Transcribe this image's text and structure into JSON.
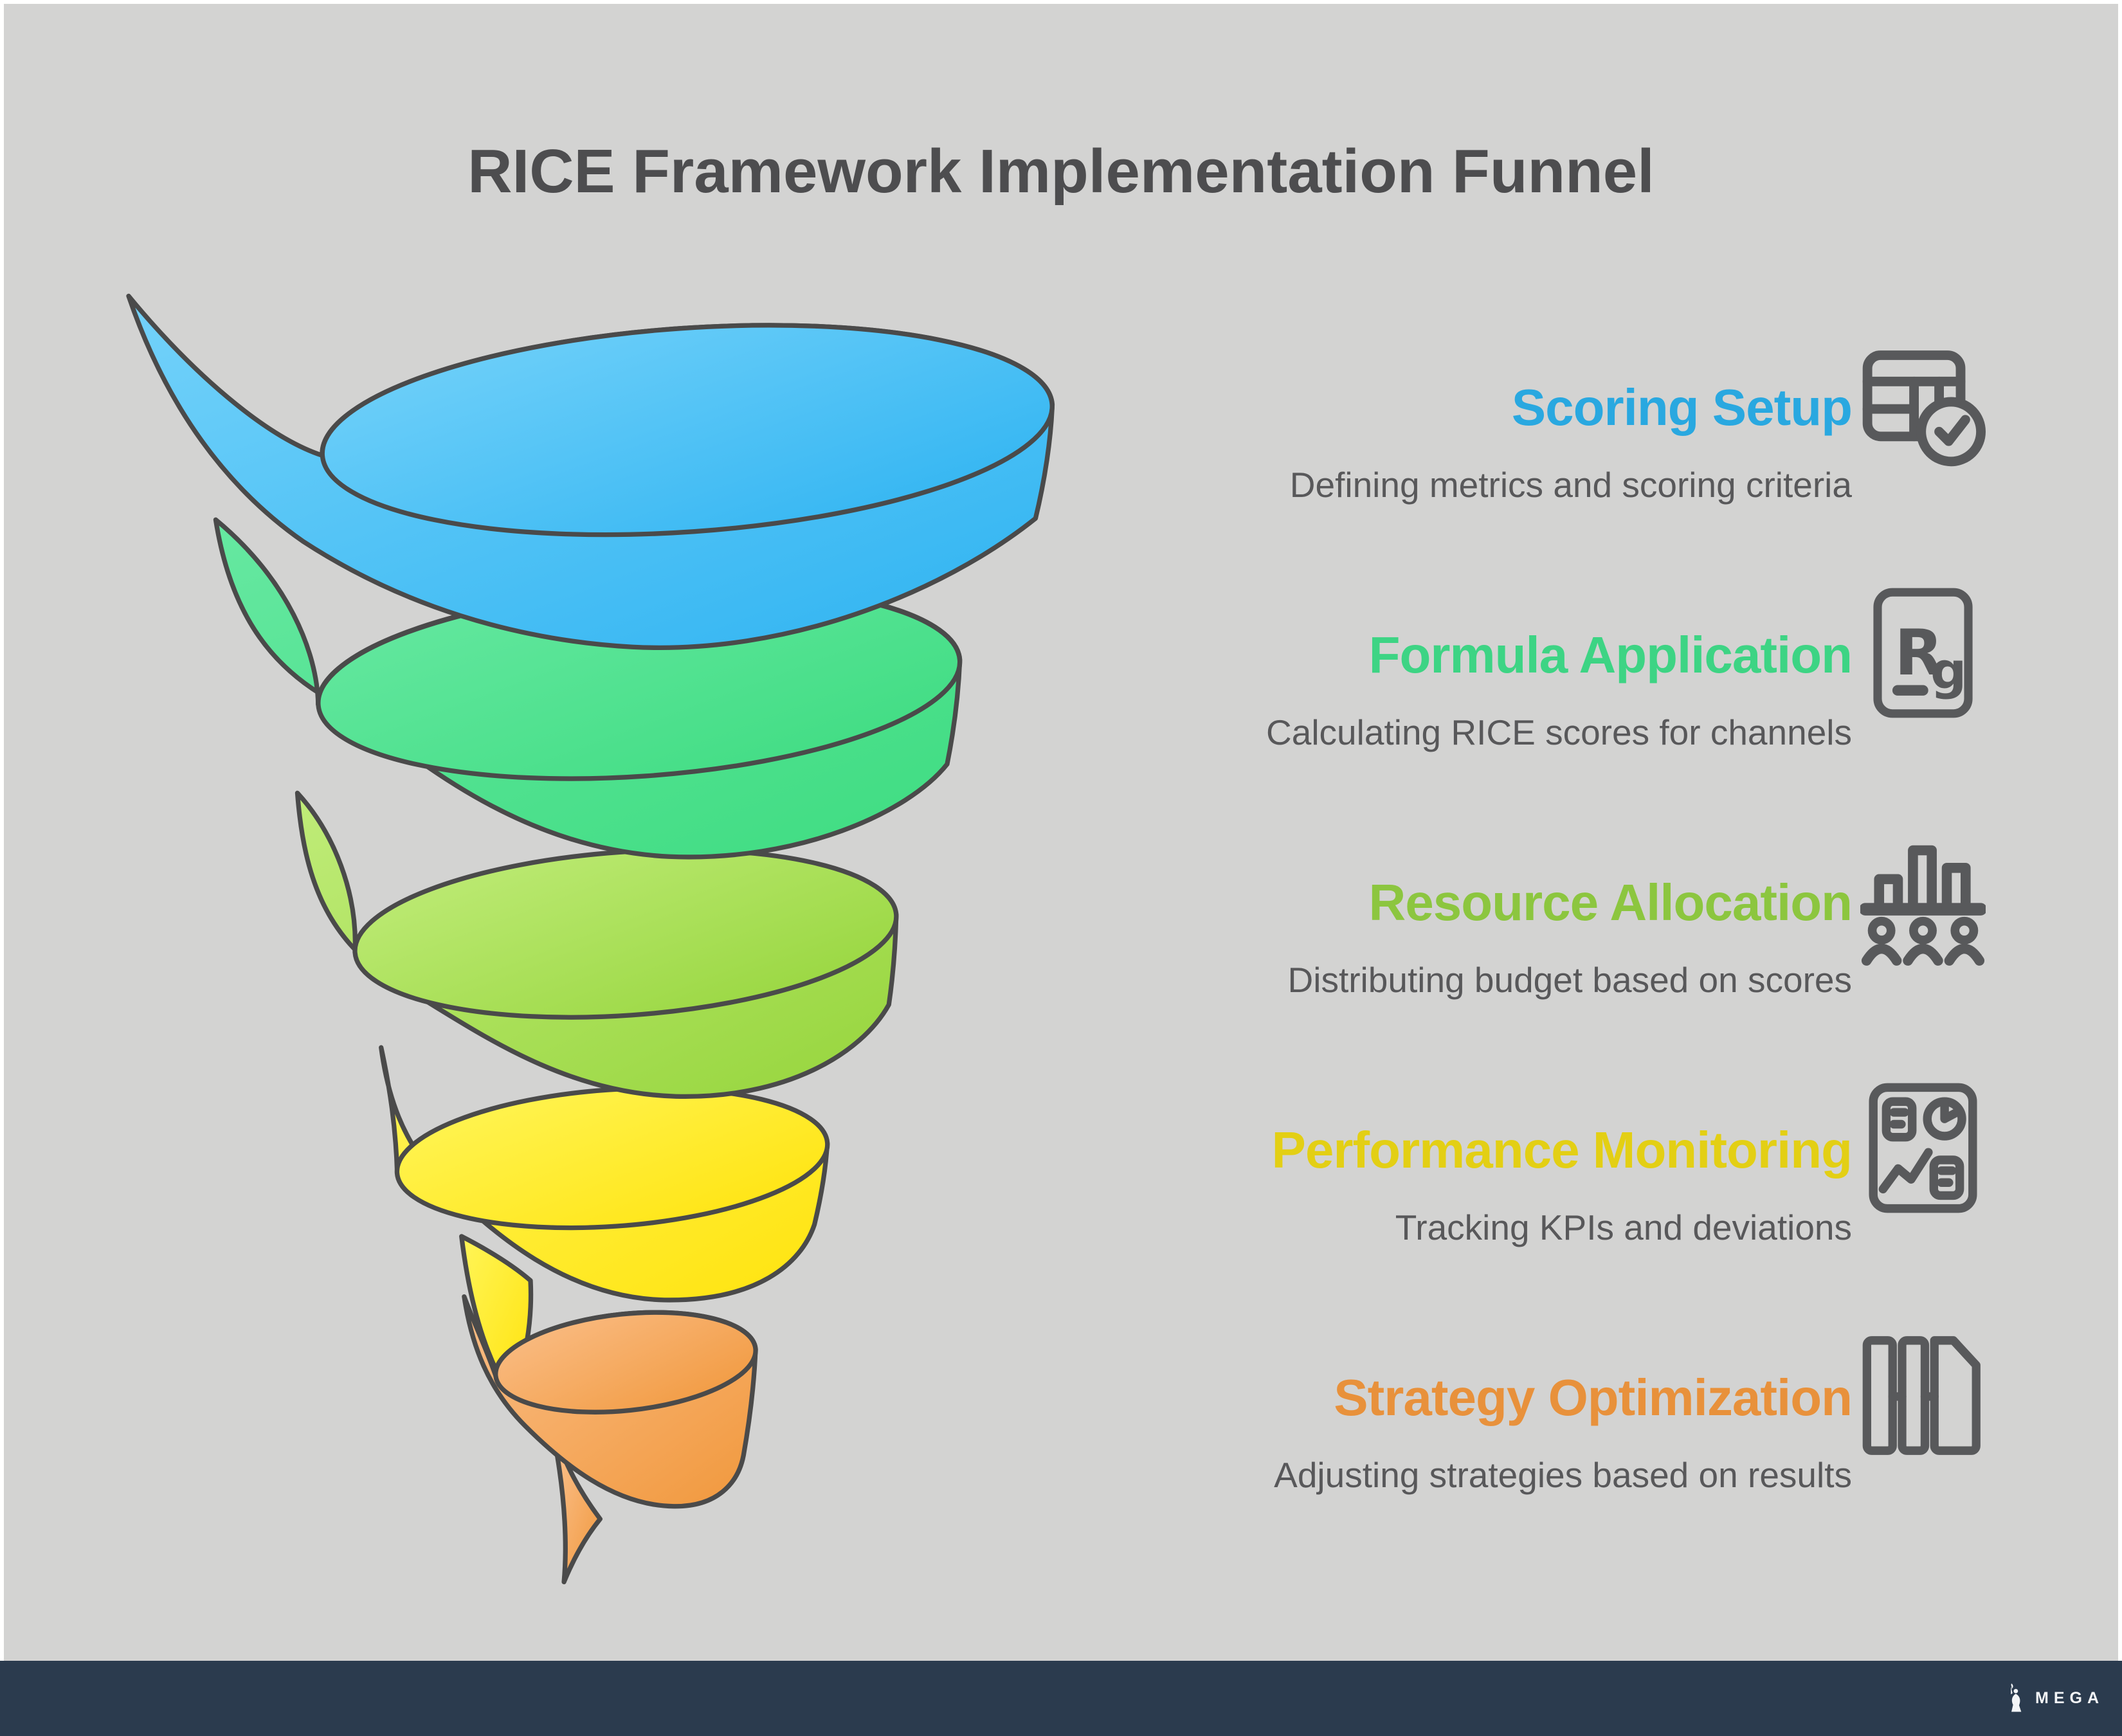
{
  "title": "RICE Framework Implementation Funnel",
  "stages": [
    {
      "name": "Scoring Setup",
      "description": "Defining metrics and scoring criteria",
      "color": "#29A8E0",
      "icon": "table-check-icon",
      "funnel_color_top": "#74D2FA",
      "funnel_color_bottom": "#2EB3F1"
    },
    {
      "name": "Formula Application",
      "description": "Calculating RICE scores for channels",
      "color": "#3DD484",
      "icon": "rg-element-icon",
      "funnel_color_top": "#66E8A1",
      "funnel_color_bottom": "#3EDC81"
    },
    {
      "name": "Resource Allocation",
      "description": "Distributing budget based on scores",
      "color": "#8CC63F",
      "icon": "bars-people-icon",
      "funnel_color_top": "#C0EC79",
      "funnel_color_bottom": "#96D53C"
    },
    {
      "name": "Performance Monitoring",
      "description": "Tracking KPIs and deviations",
      "color": "#E3CF14",
      "icon": "dashboard-icon",
      "funnel_color_top": "#FFF558",
      "funnel_color_bottom": "#FFE30D"
    },
    {
      "name": "Strategy Optimization",
      "description": "Adjusting strategies based on results",
      "color": "#E8913B",
      "icon": "books-icon",
      "funnel_color_top": "#FABE88",
      "funnel_color_bottom": "#F1983C"
    }
  ],
  "footer": {
    "brand": "MEGA"
  },
  "colors": {
    "page_frame": "#FFFFFF",
    "background": "#D3D3D2",
    "footer_bar": "#2B3B4E",
    "funnel_outline": "#4A4A4A",
    "icon": "#58595B",
    "title": "#4D4D4F",
    "subtitle": "#58585A"
  }
}
